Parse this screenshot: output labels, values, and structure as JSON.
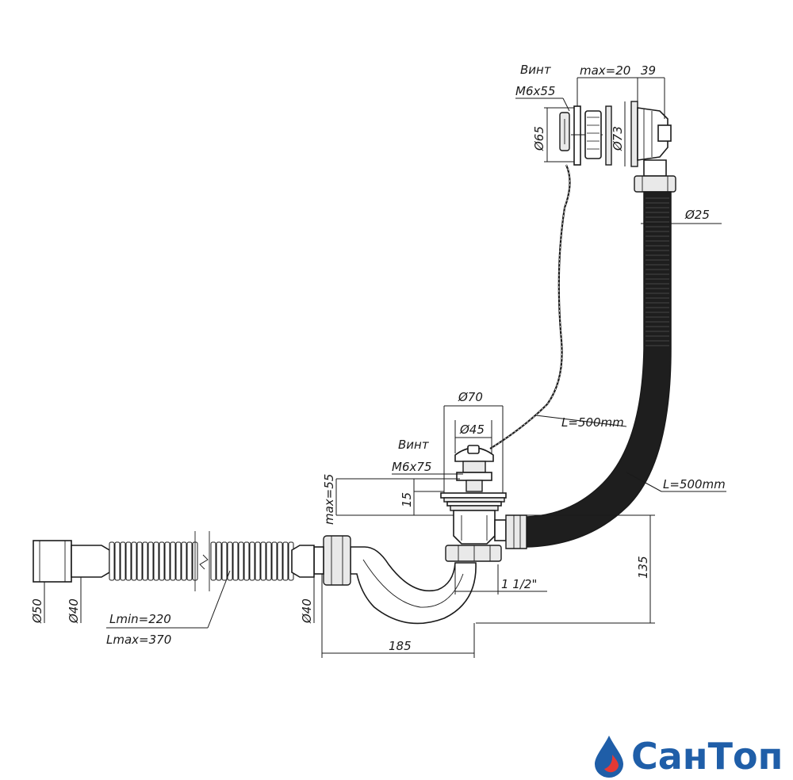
{
  "labels": {
    "screw_top": "Винт",
    "screw_top_size": "M6x55",
    "max_20": "max=20",
    "dim_39": "39",
    "dia_65": "Ø65",
    "dia_73": "Ø73",
    "dia_25": "Ø25",
    "dia_70": "Ø70",
    "dia_45": "Ø45",
    "cable_length": "L=500mm",
    "screw_bottom": "Винт",
    "screw_bottom_size": "M6x75",
    "hose_length": "L=500mm",
    "max_55": "max=55",
    "dim_15": "15",
    "dim_135": "135",
    "thread": "1 1/2\"",
    "dia_50": "Ø50",
    "dia_40_left": "Ø40",
    "lmin": "Lmin=220",
    "lmax": "Lmax=370",
    "dia_40_right": "Ø40",
    "dim_185": "185"
  },
  "logo": {
    "text": "СанТоп",
    "text_color": "#1f5ea8",
    "drop_colors": [
      "#1f5ea8",
      "#e53935"
    ]
  }
}
